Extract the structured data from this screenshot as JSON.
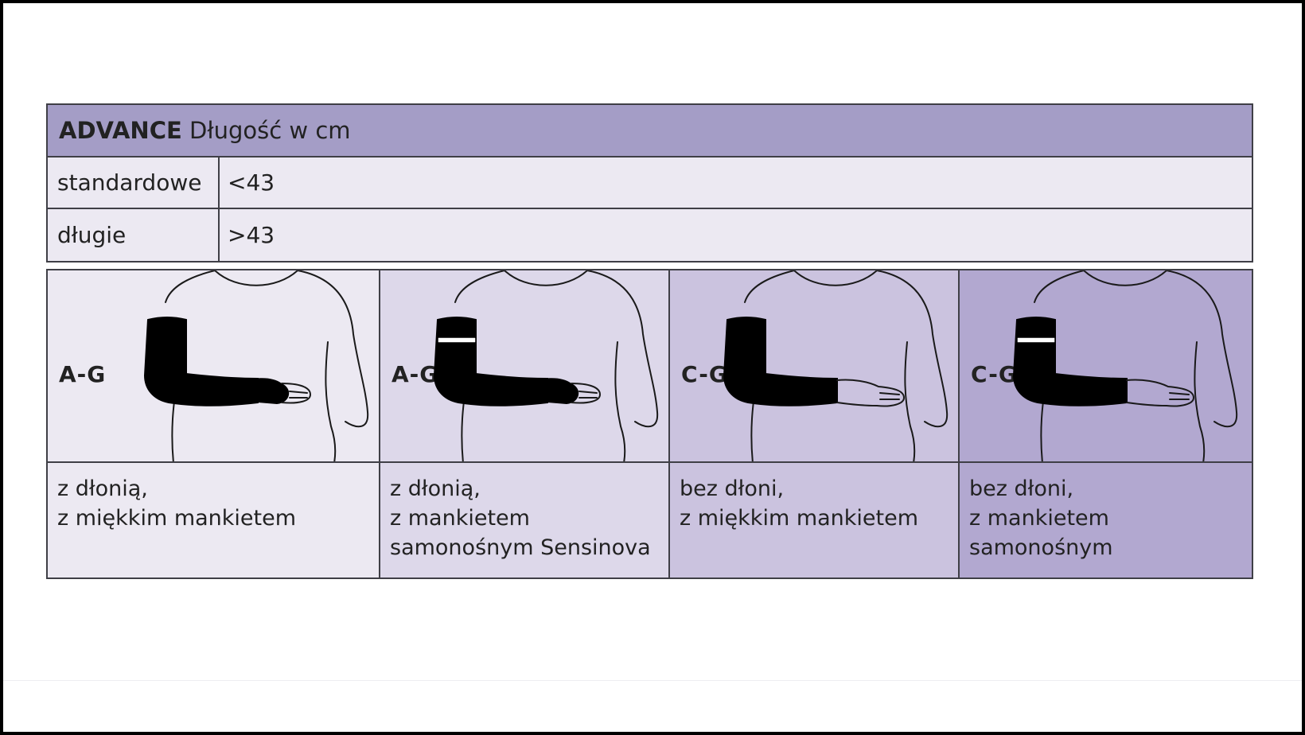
{
  "table": {
    "title_brand": "ADVANCE",
    "title_rest": " Długość w cm",
    "rows": [
      {
        "label": "standardowe",
        "value": "<43"
      },
      {
        "label": "długie",
        "value": ">43"
      }
    ]
  },
  "variants": [
    {
      "code": "A-G",
      "desc_lines": [
        "z dłonią,",
        "z miękkim mankietem",
        ""
      ],
      "hand": "covered",
      "cuff": "none",
      "bg_color": "#ece9f2"
    },
    {
      "code": "A-G",
      "desc_lines": [
        "z dłonią,",
        "z mankietem",
        "samonośnym Sensinova"
      ],
      "hand": "covered",
      "cuff": "band",
      "bg_color": "#ddd8ea"
    },
    {
      "code": "C-G",
      "desc_lines": [
        "bez dłoni,",
        "z miękkim mankietem",
        ""
      ],
      "hand": "bare",
      "cuff": "none",
      "bg_color": "#cbc3df"
    },
    {
      "code": "C-G",
      "desc_lines": [
        "bez dłoni,",
        "z mankietem",
        "samonośnym"
      ],
      "hand": "bare",
      "cuff": "band",
      "bg_color": "#b2a8d0"
    }
  ]
}
